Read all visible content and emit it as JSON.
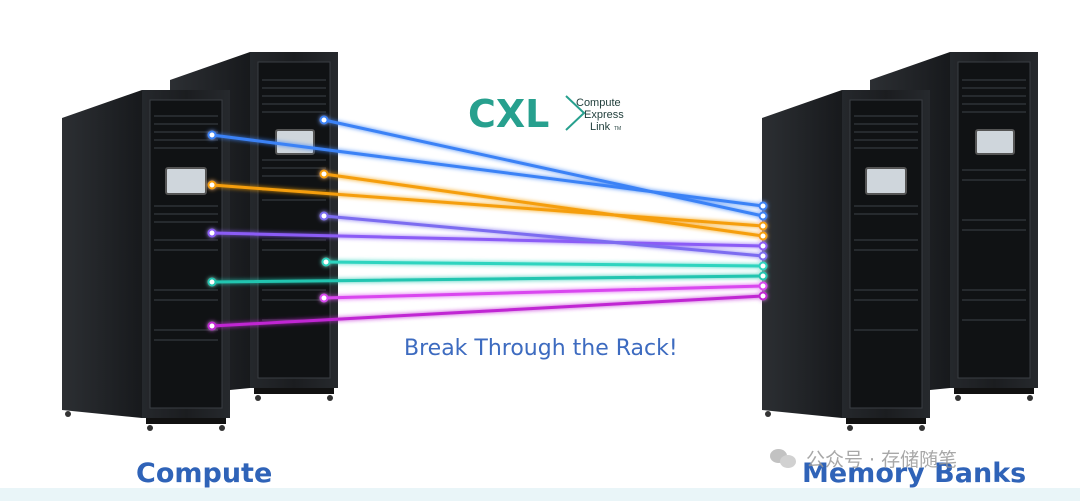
{
  "logo": {
    "mark": "CXL",
    "words": [
      "Compute",
      "Express",
      "Link"
    ],
    "tm": "TM",
    "mark_color": "#27a08e"
  },
  "caption": "Break Through the Rack!",
  "left_label": "Compute",
  "right_label": "Memory Banks",
  "watermark": "公众号 · 存储随笔",
  "link_colors": [
    "#3b82f6",
    "#f59e0b",
    "#8b5cf6",
    "#7c6cf0",
    "#2dd4bf",
    "#22c5b0",
    "#d946ef",
    "#c026d3"
  ]
}
